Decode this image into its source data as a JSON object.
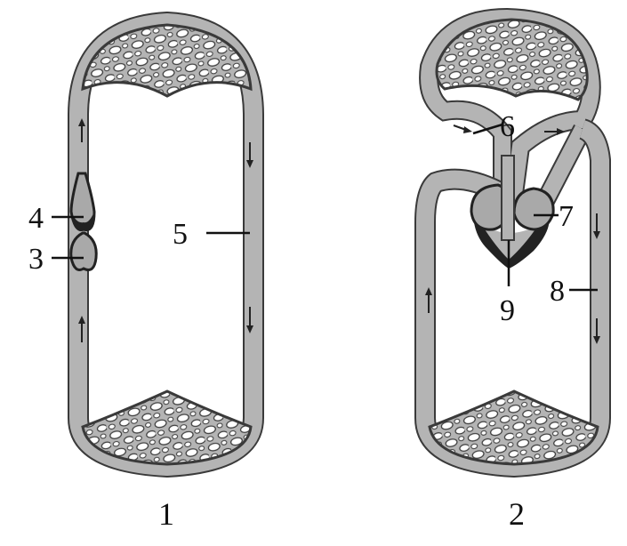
{
  "diagrams": [
    {
      "caption": "1",
      "labels": [
        "4",
        "3",
        "5"
      ]
    },
    {
      "caption": "2",
      "labels": [
        "6",
        "7",
        "8",
        "9"
      ]
    }
  ],
  "colors": {
    "vessel_fill": "#b4b4b4",
    "vessel_stroke": "#3a3a3a",
    "heart_fill": "#a9a9a9",
    "heart_dark": "#222222",
    "background": "#ffffff"
  }
}
